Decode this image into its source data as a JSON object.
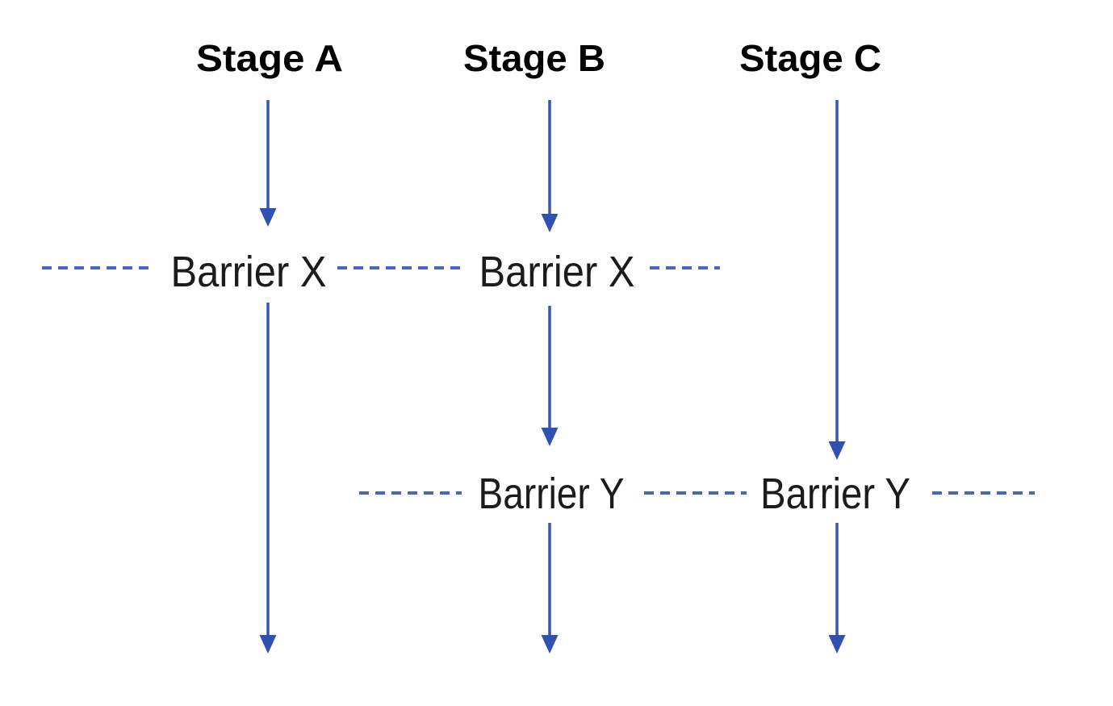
{
  "diagram": {
    "stage_headers": [
      {
        "label": "Stage A"
      },
      {
        "label": "Stage B"
      },
      {
        "label": "Stage C"
      }
    ],
    "barrier_x": {
      "label_under_stage_a": "Barrier X",
      "label_under_stage_b": "Barrier X"
    },
    "barrier_y": {
      "label_under_stage_b": "Barrier Y",
      "label_under_stage_c": "Barrier Y"
    },
    "colors": {
      "arrow_blue": "#3557ba",
      "dash_blue": "#4667c6",
      "barrier_text": "#1c1c1c",
      "header_text": "#000000",
      "background": "#ffffff"
    }
  }
}
